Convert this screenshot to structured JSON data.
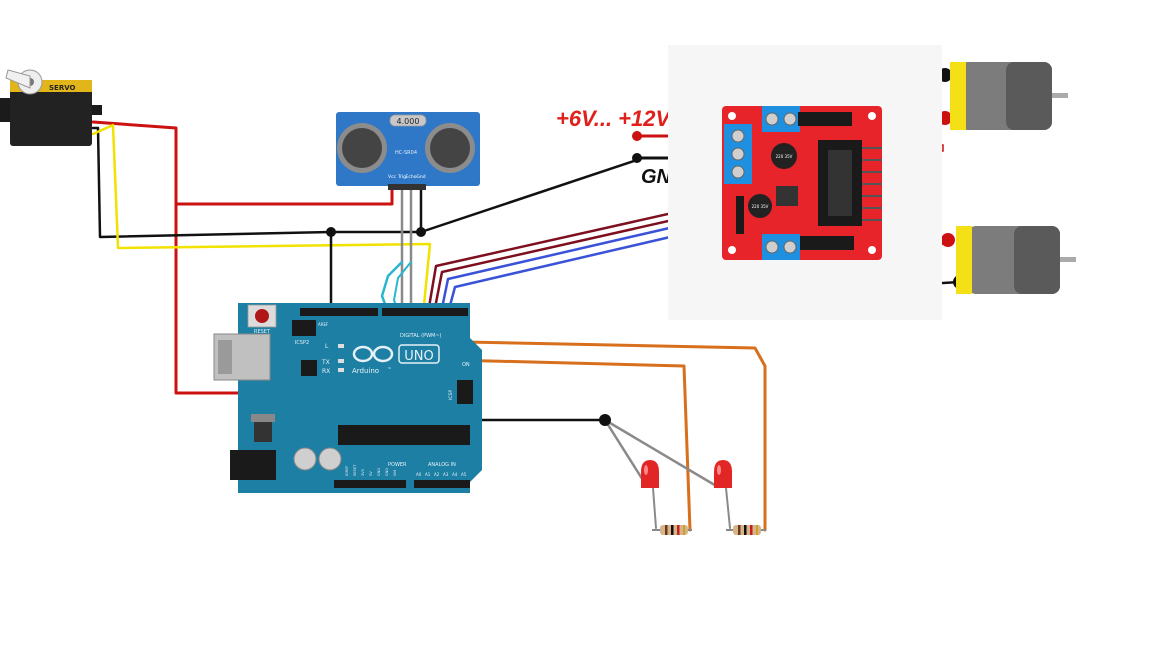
{
  "power_labels": {
    "supply_voltage": "+6V... +12V",
    "ground": "GND"
  },
  "servo": {
    "label": "SERVO"
  },
  "ultrasonic_sensor": {
    "display": "4.000",
    "model": "HC-SR04",
    "pins": [
      "Vcc",
      "Trig",
      "Echo",
      "Gnd"
    ]
  },
  "arduino": {
    "reset_label": "RESET",
    "icsp2_label": "ICSP2",
    "icsp_label": "ICSP",
    "led_labels": [
      "L",
      "TX",
      "RX"
    ],
    "on_label": "ON",
    "brand": "Arduino",
    "brand_tm": "™",
    "logo_text": "UNO",
    "digital_label": "DIGITAL (PWM~)",
    "aref_label": "AREF",
    "power_label": "POWER",
    "analog_label": "ANALOG IN",
    "analog_pins": [
      "A0",
      "A1",
      "A2",
      "A3",
      "A4",
      "A5"
    ],
    "power_pins": [
      "IOREF",
      "RESET",
      "3V3",
      "5V",
      "GND",
      "GND",
      "VIN"
    ]
  },
  "driver": {
    "cap_labels": [
      "220 35V",
      "220 35V"
    ]
  },
  "colors": {
    "board": "#1e7fa5",
    "board_dark": "#156b8c",
    "driver": "#e6242a",
    "red_wire": "#cc1111",
    "black_wire": "#111111",
    "yellow_wire": "#f2e200",
    "orange_wire": "#d86f1c",
    "cyan_wire": "#29b6cf",
    "blue_wire": "#3a52d8",
    "dark_red_wire": "#7d0f1f",
    "label_red": "#e0201a",
    "terminal_blue": "#1f8fe0",
    "motor_yellow": "#f4e017"
  }
}
